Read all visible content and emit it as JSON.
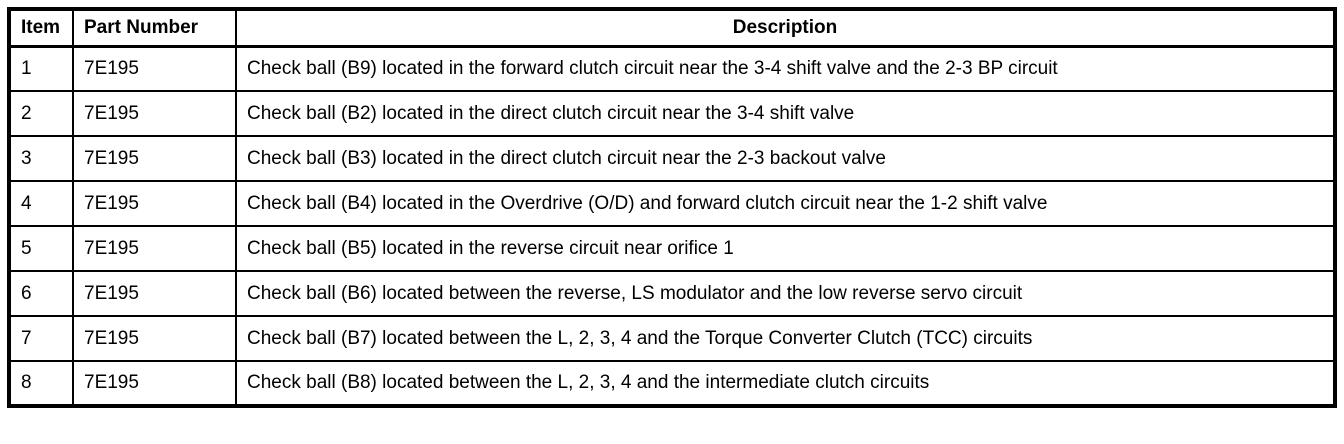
{
  "colors": {
    "border": "#000000",
    "background": "#ffffff",
    "text": "#000000"
  },
  "table": {
    "headers": {
      "item": "Item",
      "part_number": "Part Number",
      "description": "Description"
    },
    "rows": [
      {
        "item": "1",
        "part_number": "7E195",
        "description": "Check ball (B9) located in the forward clutch circuit near the 3-4 shift valve and the 2-3 BP circuit"
      },
      {
        "item": "2",
        "part_number": "7E195",
        "description": "Check ball (B2) located in the direct clutch circuit near the 3-4 shift valve"
      },
      {
        "item": "3",
        "part_number": "7E195",
        "description": "Check ball (B3) located in the direct clutch circuit near the 2-3 backout valve"
      },
      {
        "item": "4",
        "part_number": "7E195",
        "description": "Check ball (B4) located in the Overdrive (O/D) and forward clutch circuit near the 1-2 shift valve"
      },
      {
        "item": "5",
        "part_number": "7E195",
        "description": "Check ball (B5) located in the reverse circuit near orifice 1"
      },
      {
        "item": "6",
        "part_number": "7E195",
        "description": "Check ball (B6) located between the reverse, LS modulator and the low reverse servo circuit"
      },
      {
        "item": "7",
        "part_number": "7E195",
        "description": "Check ball (B7) located between the L, 2, 3, 4 and the Torque Converter Clutch (TCC) circuits"
      },
      {
        "item": "8",
        "part_number": "7E195",
        "description": "Check ball (B8) located between the L, 2, 3, 4 and the intermediate clutch circuits"
      }
    ]
  }
}
